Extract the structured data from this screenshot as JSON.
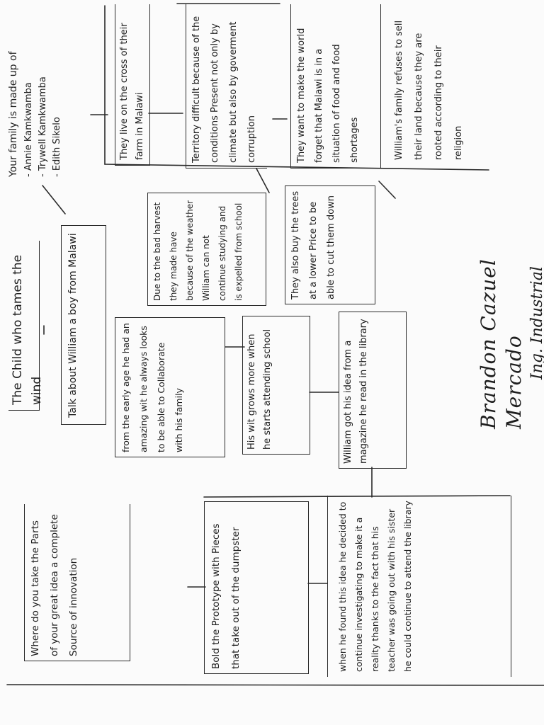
{
  "title": "The Child who tames the wind",
  "topic": "Talk about William a boy from Malawi",
  "nodes": {
    "family": {
      "heading": "Your family is made up of",
      "members": [
        "- Annie Kamkwamba",
        "- Trywell Kamkwamba",
        "- Edith Sikelo"
      ]
    },
    "farm": "They live on the cross of their farm in Malawi",
    "territory": "Territory difficult because of the conditions Present not only by climate but also by goverment corruption",
    "world": "They want to make the world forget that Malawi is in a situation of food and food shortages",
    "family_land": "William's family refuses to sell their land because they are rooted according to their religion",
    "harvest": "Due to the bad harvest they made have because of the weather William can not continue studying and is expelled from school",
    "trees": "They also buy the trees at a lower Price to be able to cut them down",
    "early_age": "from the early age he had an amazing wit he always looks to be able to Collaborate with his family",
    "wit_grows": "His wit grows more when he starts attending school",
    "magazine": "William got his idea from a magazine he read in the library",
    "parts": "Where do you take the Parts of your great idea a complete Source of innovation",
    "prototype": "Bold the Prototype with Pieces that take out of the dumpster",
    "found": "when he found this idea he decided to continue investigating to make it a reality thanks to the fact that his teacher was going out with his sister he could continue to attend the library"
  },
  "signature": {
    "name": "Brandon Cazuel Mercado",
    "subtitle": "Ing. Industrial"
  }
}
